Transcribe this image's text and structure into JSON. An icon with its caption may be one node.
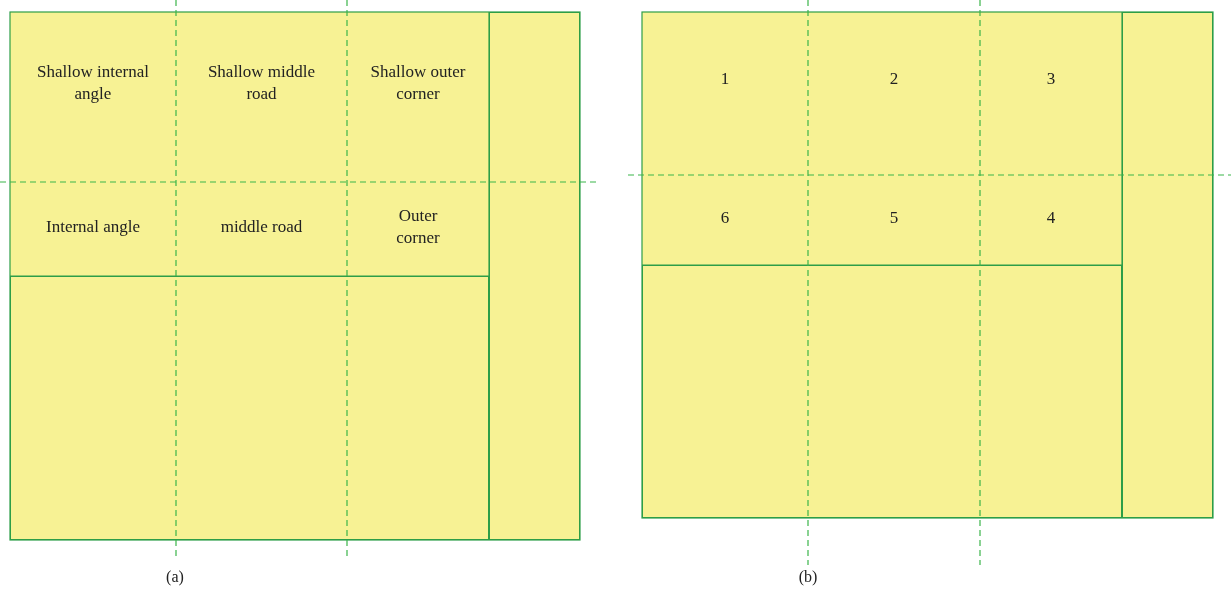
{
  "diagram": {
    "nodes": [
      {
        "text": [
          "Shallow internal angle"
        ]
      },
      {
        "text": [
          "Shallow middle road"
        ]
      },
      {
        "text": [
          "Shallow outer corner"
        ]
      },
      {
        "text": [
          "Internal angle"
        ]
      },
      {
        "text": [
          "middle road"
        ]
      },
      {
        "text": [
          "Outer corner"
        ]
      },
      {
        "text": [],
        "shape": "box"
      },
      {
        "text": [],
        "shape": "box"
      },
      {
        "text": [
          "1"
        ]
      },
      {
        "text": [
          "2"
        ]
      },
      {
        "text": [
          "3"
        ]
      },
      {
        "text": [
          "6"
        ]
      },
      {
        "text": [
          "5"
        ]
      },
      {
        "text": [
          "4"
        ]
      },
      {
        "text": [],
        "shape": "box"
      },
      {
        "text": [],
        "shape": "box"
      }
    ],
    "edges": [],
    "labels": [
      "(a)",
      "(b)"
    ]
  }
}
